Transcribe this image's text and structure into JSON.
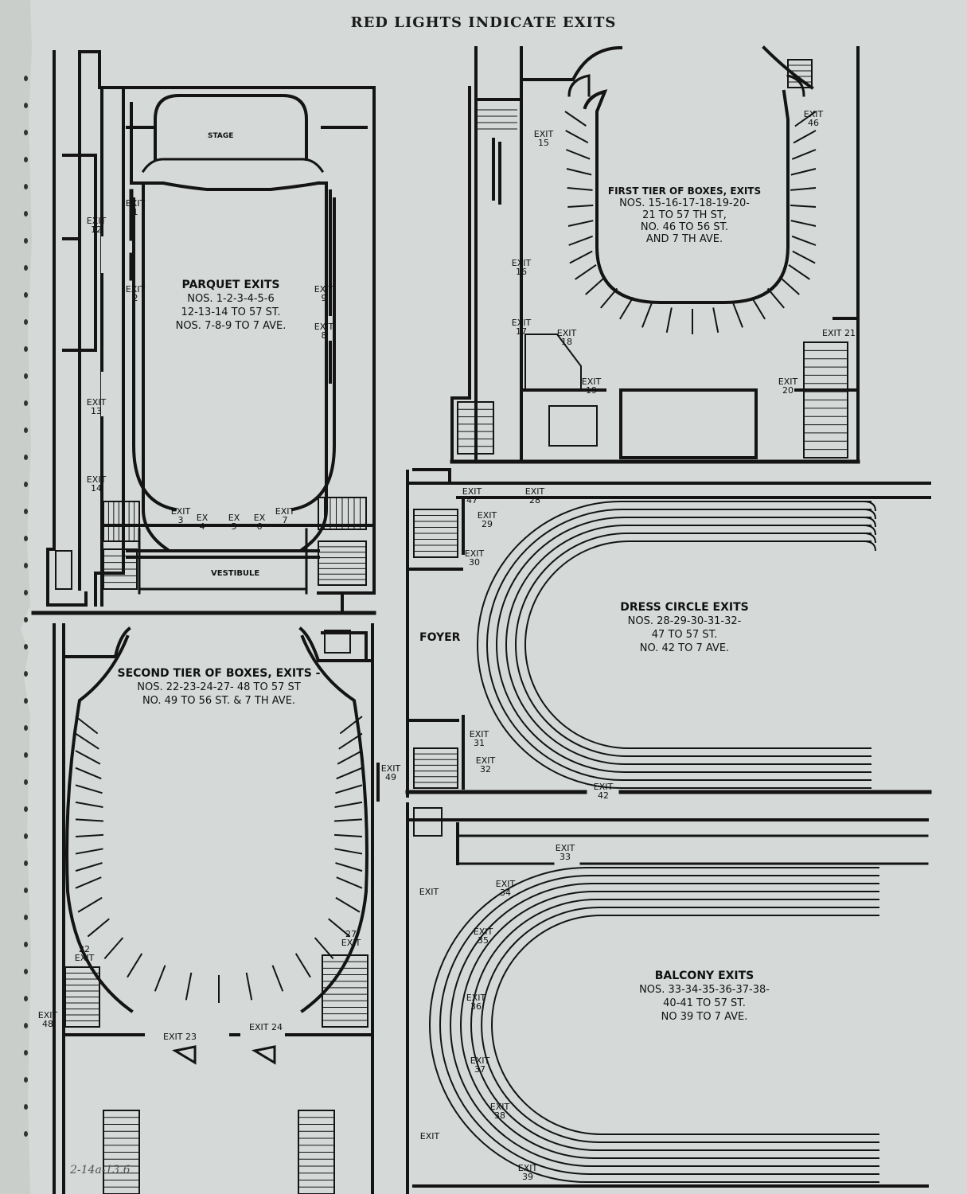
{
  "header": "RED LIGHTS INDICATE EXITS",
  "plans": {
    "parquet": {
      "room_labels": {
        "stage": "STAGE",
        "vestibule": "VESTIBULE"
      },
      "title": [
        "PARQUET EXITS",
        "NOS. 1-2-3-4-5-6",
        "12-13-14 TO 57 ST.",
        "NOS. 7-8-9 TO 7 AVE."
      ],
      "exits": [
        {
          "text": "EXIT 1"
        },
        {
          "text": "EXIT 2"
        },
        {
          "text": "EXIT 12"
        },
        {
          "text": "EXIT 13"
        },
        {
          "text": "EXIT 14"
        },
        {
          "text": "EXIT 9"
        },
        {
          "text": "EXIT 8"
        },
        {
          "text": "EXIT 3"
        },
        {
          "text": "EX 4"
        },
        {
          "text": "EX 5"
        },
        {
          "text": "EX 6"
        },
        {
          "text": "EXIT 7"
        }
      ]
    },
    "first_tier": {
      "title": [
        "FIRST TIER OF BOXES, EXITS",
        "NOS. 15-16-17-18-19-20-",
        "21 TO 57 TH ST,",
        "NO. 46 TO 56 ST.",
        "AND 7 TH AVE."
      ],
      "exits": [
        {
          "text": "EXIT 15"
        },
        {
          "text": "EXIT 16"
        },
        {
          "text": "EXIT 17"
        },
        {
          "text": "EXIT 18"
        },
        {
          "text": "EXIT 19"
        },
        {
          "text": "EXIT 46"
        },
        {
          "text": "EXIT 21"
        },
        {
          "text": "EXIT 20"
        }
      ]
    },
    "second_tier": {
      "title": [
        "SECOND TIER OF BOXES, EXITS -",
        "NOS. 22-23-24-27- 48 TO 57 ST",
        "NO. 49 TO 56 ST. & 7 TH AVE."
      ],
      "exits": [
        {
          "text": "EXIT 49"
        },
        {
          "text": "27 EXIT"
        },
        {
          "text": "22 EXIT"
        },
        {
          "text": "EXIT 48"
        },
        {
          "text": "EXIT 23"
        },
        {
          "text": "EXIT 24"
        }
      ]
    },
    "dress_circle": {
      "room_labels": {
        "foyer": "FOYER"
      },
      "title": [
        "DRESS CIRCLE EXITS",
        "NOS. 28-29-30-31-32-",
        "47 TO 57 ST.",
        "NO. 42 TO 7 AVE."
      ],
      "exits": [
        {
          "text": "EXIT 47"
        },
        {
          "text": "EXIT 28"
        },
        {
          "text": "EXIT 29"
        },
        {
          "text": "EXIT 30"
        },
        {
          "text": "EXIT 31"
        },
        {
          "text": "EXIT 32"
        },
        {
          "text": "EXIT 42"
        }
      ]
    },
    "balcony": {
      "title": [
        "BALCONY EXITS",
        "NOS. 33-34-35-36-37-38-",
        "40-41 TO 57 ST.",
        "NO 39 TO 7 AVE."
      ],
      "exits": [
        {
          "text": "EXIT 33"
        },
        {
          "text": "EXIT"
        },
        {
          "text": "EXIT 34"
        },
        {
          "text": "EXIT 35"
        },
        {
          "text": "EXIT 36"
        },
        {
          "text": "EXIT 37"
        },
        {
          "text": "EXIT 38"
        },
        {
          "text": "EXIT"
        },
        {
          "text": "EXIT 39"
        }
      ]
    }
  },
  "handwritten_note": "2-14a-13.6"
}
